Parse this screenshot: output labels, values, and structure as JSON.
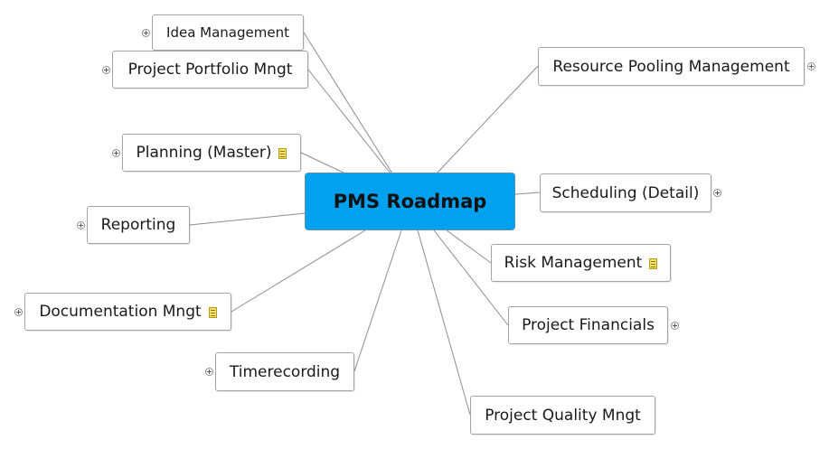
{
  "central": {
    "label": "PMS Roadmap"
  },
  "topics": [
    {
      "key": "idea-management",
      "label": "Idea Management",
      "collapsed": true,
      "note": false
    },
    {
      "key": "project-portfolio-mngt",
      "label": "Project Portfolio Mngt",
      "collapsed": true,
      "note": false
    },
    {
      "key": "planning-master",
      "label": "Planning (Master)",
      "collapsed": true,
      "note": true
    },
    {
      "key": "reporting",
      "label": "Reporting",
      "collapsed": true,
      "note": false
    },
    {
      "key": "documentation-mngt",
      "label": "Documentation Mngt",
      "collapsed": true,
      "note": true
    },
    {
      "key": "timerecording",
      "label": "Timerecording",
      "collapsed": true,
      "note": false
    },
    {
      "key": "resource-pooling-management",
      "label": "Resource Pooling Management",
      "collapsed": true,
      "note": false
    },
    {
      "key": "scheduling-detail",
      "label": "Scheduling (Detail)",
      "collapsed": true,
      "note": false
    },
    {
      "key": "risk-management",
      "label": "Risk Management",
      "collapsed": false,
      "note": true
    },
    {
      "key": "project-financials",
      "label": "Project Financials",
      "collapsed": true,
      "note": false
    },
    {
      "key": "project-quality-mngt",
      "label": "Project Quality Mngt",
      "collapsed": false,
      "note": false
    }
  ],
  "colors": {
    "central_fill": "#00a2f0",
    "topic_border": "#a4a4a4",
    "connector": "#8c8c8c",
    "note_icon": "#f6e26b"
  }
}
